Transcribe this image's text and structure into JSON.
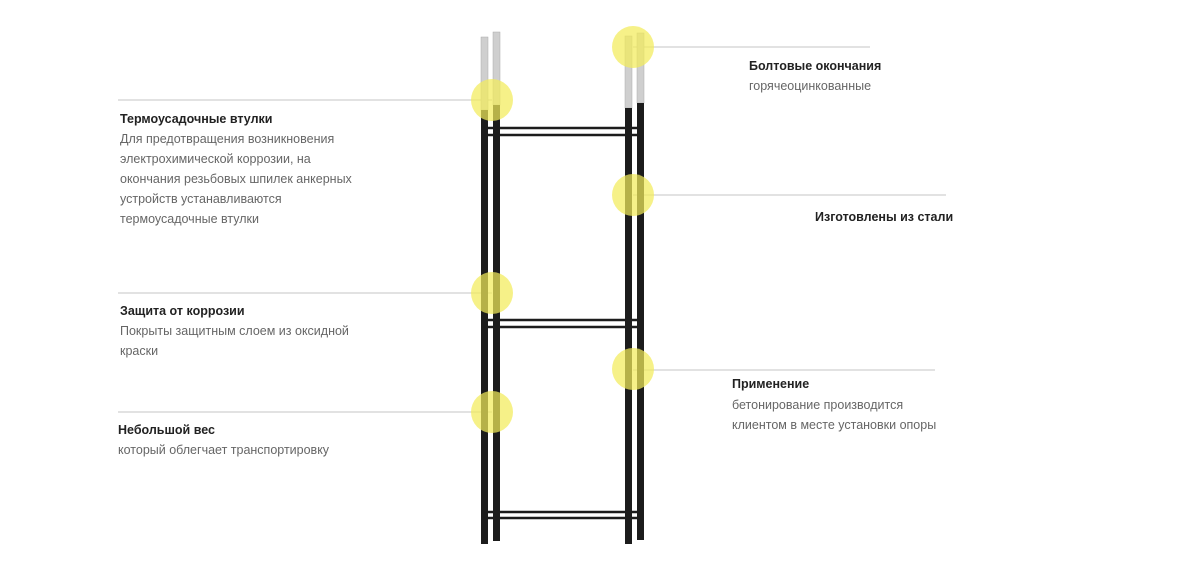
{
  "colors": {
    "marker": "#f2ec5a",
    "frame": "#1c1c1c",
    "thread": "#cfcfcf",
    "line": "#d8d8d8"
  },
  "callouts": [
    {
      "title": "Термоусадочные втулки",
      "desc": [
        "Для предотвращения возникновения",
        "электрохимической коррозии, на",
        "окончания резьбовых шпилек анкерных",
        "устройств устанавливаются",
        "термоусадочные втулки"
      ]
    },
    {
      "title": "Защита от коррозии",
      "desc": [
        "Покрыты защитным слоем из оксидной",
        "краски"
      ]
    },
    {
      "title": "Небольшой вес",
      "desc": [
        "который облегчает транспортировку"
      ]
    },
    {
      "title": "Болтовые окончания",
      "desc": [
        "горячеоцинкованные"
      ]
    },
    {
      "title": "Изготовлены из стали",
      "desc": []
    },
    {
      "title": "Применение",
      "desc": [
        "бетонирование производится",
        "клиентом в месте установки опоры"
      ]
    }
  ]
}
